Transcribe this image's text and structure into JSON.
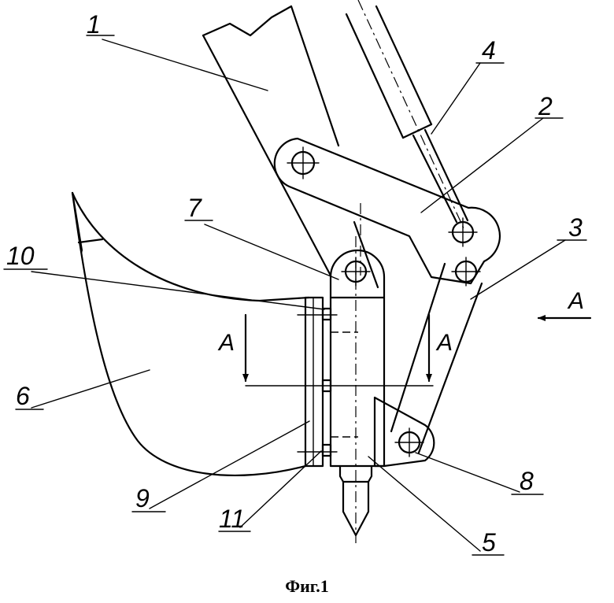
{
  "caption": "Фиг.1",
  "labels": {
    "l1": "1",
    "l2": "2",
    "l3": "3",
    "l4": "4",
    "l5": "5",
    "l6": "6",
    "l7": "7",
    "l8": "8",
    "l9": "9",
    "l10": "10",
    "l11": "11"
  },
  "section": {
    "left": "A",
    "right": "A",
    "view": "A"
  }
}
